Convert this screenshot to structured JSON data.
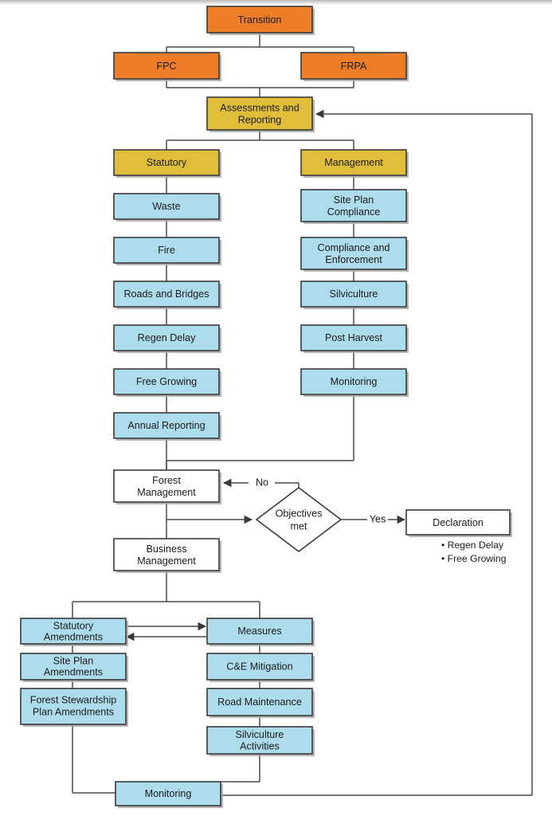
{
  "diagram": {
    "title": "Transition Flowchart",
    "colors": {
      "orange": "#EE7D28",
      "yellow": "#E0BE3A",
      "blue": "#ADDCEC",
      "white": "#FFFFFF",
      "stroke": "#3A3A3A",
      "connector": "#4A4A4A"
    },
    "nodes": {
      "transition": "Transition",
      "fpc": "FPC",
      "frpa": "FRPA",
      "assessments_reporting": "Assessments and Reporting",
      "statutory": "Statutory",
      "management": "Management",
      "waste": "Waste",
      "fire": "Fire",
      "roads_bridges": "Roads and Bridges",
      "regen_delay": "Regen Delay",
      "free_growing": "Free Growing",
      "annual_reporting": "Annual Reporting",
      "site_plan_compliance": "Site Plan Compliance",
      "compliance_enforcement": "Compliance and Enforcement",
      "silviculture": "Silviculture",
      "post_harvest": "Post Harvest",
      "monitoring_mgmt": "Monitoring",
      "forest_management": "Forest Management",
      "business_management": "Business Management",
      "objectives_met": "Objectives met",
      "declaration": "Declaration",
      "statutory_amendments": "Statutory Amendments",
      "site_plan_amendments": "Site Plan Amendments",
      "fsp_amendments": "Forest Stewardship Plan Amendments",
      "measures": "Measures",
      "ce_mitigation": "C&E Mitigation",
      "road_maintenance": "Road Maintenance",
      "silviculture_activities": "Silviculture Activities",
      "monitoring_bottom": "Monitoring"
    },
    "node_lines": {
      "assessments_reporting": [
        "Assessments and",
        "Reporting"
      ],
      "site_plan_compliance": [
        "Site Plan",
        "Compliance"
      ],
      "compliance_enforcement": [
        "Compliance and",
        "Enforcement"
      ],
      "forest_management": [
        "Forest",
        "Management"
      ],
      "business_management": [
        "Business",
        "Management"
      ],
      "objectives_met": [
        "Objectives",
        "met"
      ],
      "statutory_amendments": [
        "Statutory",
        "Amendments"
      ],
      "site_plan_amendments": [
        "Site Plan",
        "Amendments"
      ],
      "fsp_amendments": [
        "Forest Stewardship",
        "Plan Amendments"
      ],
      "silviculture_activities": [
        "Silviculture",
        "Activities"
      ]
    },
    "edge_labels": {
      "no": "No",
      "yes": "Yes"
    },
    "declaration_bullets": [
      "• Regen Delay",
      "• Free Growing"
    ]
  },
  "chart_data": {
    "type": "diagram",
    "title": "Transition Flowchart",
    "node_groups": [
      {
        "name": "legislation",
        "color": "#EE7D28",
        "nodes": [
          "Transition",
          "FPC",
          "FRPA"
        ]
      },
      {
        "name": "reporting",
        "color": "#E0BE3A",
        "nodes": [
          "Assessments and Reporting",
          "Statutory",
          "Management"
        ]
      },
      {
        "name": "process",
        "color": "#ADDCEC",
        "nodes": [
          "Waste",
          "Fire",
          "Roads and Bridges",
          "Regen Delay",
          "Free Growing",
          "Annual Reporting",
          "Site Plan Compliance",
          "Compliance and Enforcement",
          "Silviculture",
          "Post Harvest",
          "Monitoring",
          "Statutory Amendments",
          "Site Plan Amendments",
          "Forest Stewardship Plan Amendments",
          "Measures",
          "C&E Mitigation",
          "Road Maintenance",
          "Silviculture Activities"
        ]
      },
      {
        "name": "plain",
        "color": "#FFFFFF",
        "nodes": [
          "Forest Management",
          "Business Management",
          "Declaration"
        ]
      },
      {
        "name": "decision",
        "color": "#FFFFFF",
        "nodes": [
          "Objectives met"
        ]
      }
    ],
    "edges": [
      {
        "from": "Transition",
        "to": "FPC"
      },
      {
        "from": "Transition",
        "to": "FRPA"
      },
      {
        "from": "FPC",
        "to": "Assessments and Reporting"
      },
      {
        "from": "FRPA",
        "to": "Assessments and Reporting"
      },
      {
        "from": "Assessments and Reporting",
        "to": "Statutory"
      },
      {
        "from": "Assessments and Reporting",
        "to": "Management"
      },
      {
        "from": "Statutory",
        "to": "Waste"
      },
      {
        "from": "Waste",
        "to": "Fire"
      },
      {
        "from": "Fire",
        "to": "Roads and Bridges"
      },
      {
        "from": "Roads and Bridges",
        "to": "Regen Delay"
      },
      {
        "from": "Regen Delay",
        "to": "Free Growing"
      },
      {
        "from": "Free Growing",
        "to": "Annual Reporting"
      },
      {
        "from": "Annual Reporting",
        "to": "Forest Management"
      },
      {
        "from": "Management",
        "to": "Site Plan Compliance"
      },
      {
        "from": "Site Plan Compliance",
        "to": "Compliance and Enforcement"
      },
      {
        "from": "Compliance and Enforcement",
        "to": "Silviculture"
      },
      {
        "from": "Silviculture",
        "to": "Post Harvest"
      },
      {
        "from": "Post Harvest",
        "to": "Monitoring"
      },
      {
        "from": "Monitoring",
        "to": "Forest Management"
      },
      {
        "from": "Forest Management",
        "to": "Objectives met"
      },
      {
        "from": "Objectives met",
        "to": "Forest Management",
        "label": "No"
      },
      {
        "from": "Objectives met",
        "to": "Declaration",
        "label": "Yes"
      },
      {
        "from": "Forest Management",
        "to": "Business Management"
      },
      {
        "from": "Business Management",
        "to": "Statutory Amendments"
      },
      {
        "from": "Business Management",
        "to": "Measures"
      },
      {
        "from": "Statutory Amendments",
        "to": "Measures"
      },
      {
        "from": "Measures",
        "to": "Statutory Amendments"
      },
      {
        "from": "Statutory Amendments",
        "to": "Site Plan Amendments"
      },
      {
        "from": "Site Plan Amendments",
        "to": "Forest Stewardship Plan Amendments"
      },
      {
        "from": "Forest Stewardship Plan Amendments",
        "to": "Monitoring (bottom)"
      },
      {
        "from": "Measures",
        "to": "C&E Mitigation"
      },
      {
        "from": "C&E Mitigation",
        "to": "Road Maintenance"
      },
      {
        "from": "Road Maintenance",
        "to": "Silviculture Activities"
      },
      {
        "from": "Silviculture Activities",
        "to": "Monitoring (bottom)"
      },
      {
        "from": "Monitoring (bottom)",
        "to": "Assessments and Reporting"
      }
    ],
    "annotations": [
      "• Regen Delay",
      "• Free Growing"
    ]
  }
}
